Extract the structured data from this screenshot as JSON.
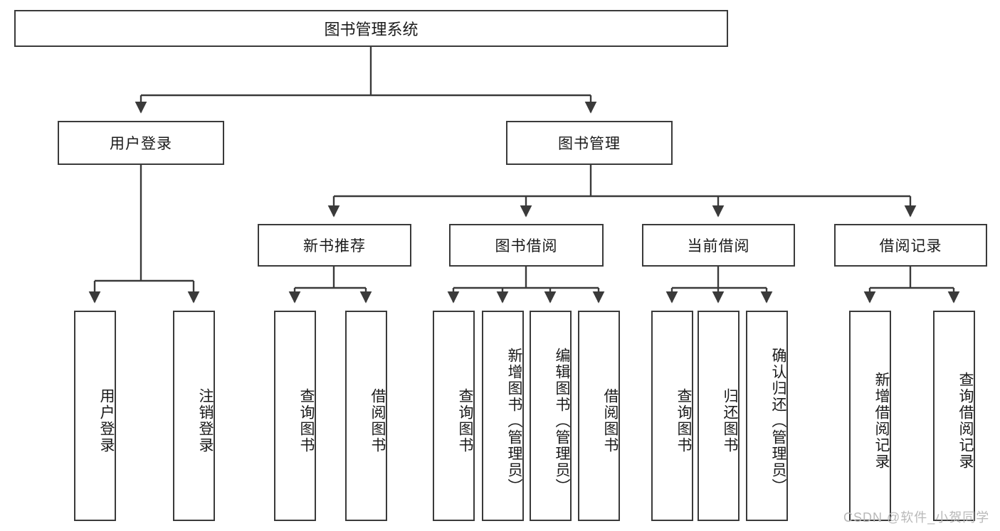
{
  "diagram": {
    "title": "图书管理系统",
    "type": "tree-hierarchy-chart",
    "root": {
      "label": "图书管理系统"
    },
    "level2": [
      {
        "label": "用户登录"
      },
      {
        "label": "图书管理"
      }
    ],
    "level3": [
      {
        "label": "新书推荐"
      },
      {
        "label": "图书借阅"
      },
      {
        "label": "当前借阅"
      },
      {
        "label": "借阅记录"
      }
    ],
    "leaves": {
      "user_login": [
        {
          "label": "用户登录"
        },
        {
          "label": "注销登录"
        }
      ],
      "new_book_recommend": [
        {
          "label": "查询图书"
        },
        {
          "label": "借阅图书"
        }
      ],
      "book_borrow": [
        {
          "label": "查询图书"
        },
        {
          "label": "新增图书（管理员）"
        },
        {
          "label": "编辑图书（管理员）"
        },
        {
          "label": "借阅图书"
        }
      ],
      "current_borrow": [
        {
          "label": "查询图书"
        },
        {
          "label": "归还图书"
        },
        {
          "label": "确认归还（管理员）"
        }
      ],
      "borrow_records": [
        {
          "label": "新增借阅记录"
        },
        {
          "label": "查询借阅记录"
        }
      ]
    }
  },
  "watermark": {
    "text": "CSDN @软件_小贺同学"
  },
  "colors": {
    "border": "#3a3a3a",
    "background": "#ffffff",
    "text": "#1a1a1a",
    "watermark": "#b9b9b9"
  }
}
